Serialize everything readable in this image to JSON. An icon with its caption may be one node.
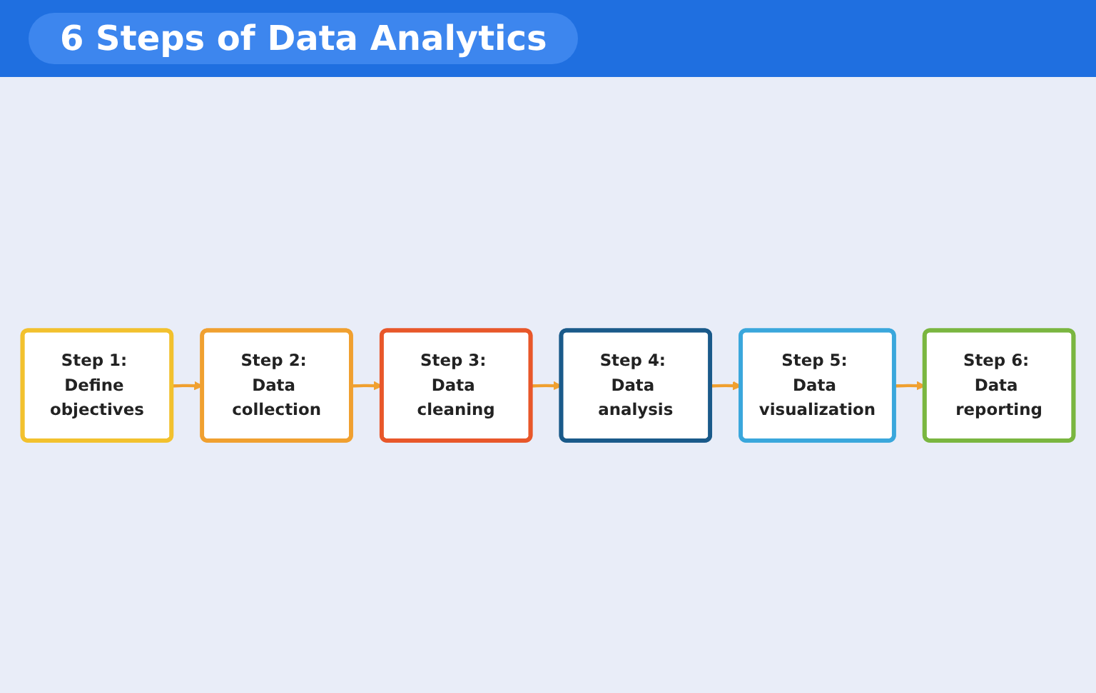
{
  "diagram": {
    "title": "6 Steps of Data Analytics",
    "nodes": [
      {
        "text": [
          "Step 1: Define objectives"
        ]
      },
      {
        "text": [
          "Step 2: Data collection"
        ]
      },
      {
        "text": [
          "Step 3: Data cleaning"
        ]
      },
      {
        "text": [
          "Step 4: Data analysis"
        ]
      },
      {
        "text": [
          "Step 5: Data visualization"
        ]
      },
      {
        "text": [
          "Step 6: Data reporting"
        ]
      }
    ],
    "edges": [
      {
        "from": 0,
        "to": 1,
        "arrow": "to"
      },
      {
        "from": 1,
        "to": 2,
        "arrow": "to"
      },
      {
        "from": 2,
        "to": 3,
        "arrow": "to"
      },
      {
        "from": 3,
        "to": 4,
        "arrow": "to"
      },
      {
        "from": 4,
        "to": 5,
        "arrow": "to"
      }
    ]
  }
}
